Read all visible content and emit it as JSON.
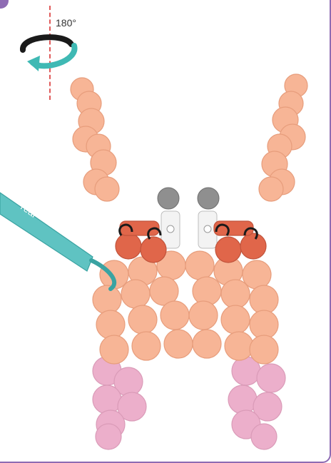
{
  "instruction": {
    "rotation_label": "180°",
    "tool_text": "real"
  },
  "colors": {
    "frame_purple": "#8e6bb3",
    "body_peach": "#f7b596",
    "body_peach_dark": "#e79d7c",
    "pink_legs": "#e9a2c2",
    "red_parts": "#e0664a",
    "grey_caps": "#8f8f8f",
    "tool_teal": "#5fc3c2",
    "arrow_dark": "#1a1a1a",
    "arrow_teal": "#3fb9b4",
    "axis_red": "#e05a5a"
  },
  "icons": [
    "rotate-180-icon",
    "axis-line",
    "tool-icon",
    "curved-arrow-icon"
  ]
}
